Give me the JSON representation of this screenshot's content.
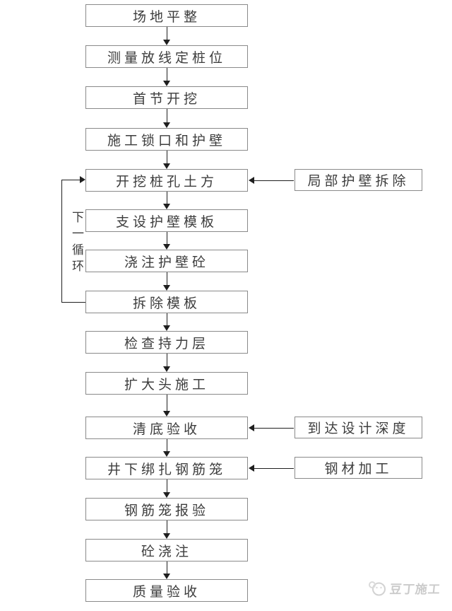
{
  "flow": {
    "main_boxes": [
      {
        "label": "场地平整"
      },
      {
        "label": "测量放线定桩位"
      },
      {
        "label": "首节开挖"
      },
      {
        "label": "施工锁口和护壁"
      },
      {
        "label": "开挖桩孔土方"
      },
      {
        "label": "支设护壁模板"
      },
      {
        "label": "浇注护壁砼"
      },
      {
        "label": "拆除模板"
      },
      {
        "label": "检查持力层"
      },
      {
        "label": "扩大头施工"
      },
      {
        "label": "清底验收"
      },
      {
        "label": "井下绑扎钢筋笼"
      },
      {
        "label": "钢筋笼报验"
      },
      {
        "label": "砼浇注"
      },
      {
        "label": "质量验收"
      }
    ],
    "side_boxes": [
      {
        "label": "局部护壁拆除"
      },
      {
        "label": "到达设计深度"
      },
      {
        "label": "钢材加工"
      }
    ],
    "loop_label": "下一循环",
    "colors": {
      "box_border": "#8a8a8a",
      "text": "#3d3d3d",
      "arrow": "#1f1f1f",
      "watermark": "#cbcbcb"
    }
  },
  "watermark": {
    "text": "豆丁施工",
    "logo": "douding-bean-logo"
  }
}
